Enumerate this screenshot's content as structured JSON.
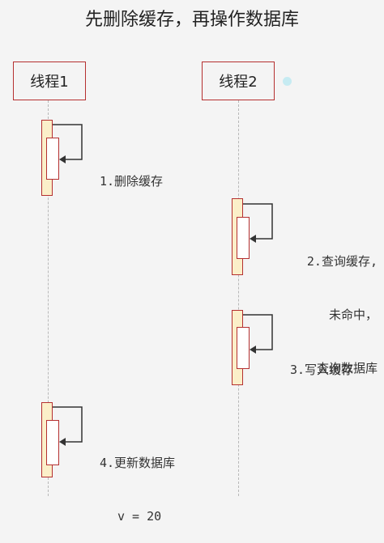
{
  "title": "先删除缓存，再操作数据库",
  "participants": [
    {
      "label": "线程1"
    },
    {
      "label": "线程2"
    }
  ],
  "steps": [
    {
      "lines": [
        "1.删除缓存"
      ]
    },
    {
      "lines": [
        "2.查询缓存,",
        "未命中，",
        "查询数据库"
      ]
    },
    {
      "lines": [
        "3.写入缓存"
      ]
    },
    {
      "lines": [
        "4.更新数据库",
        "v = 20"
      ]
    }
  ],
  "colors": {
    "border": "#b53030",
    "activation_fill": "#fbefc9",
    "lifeline": "#b8b8b8",
    "decor_dot": "#c6ebf2"
  }
}
